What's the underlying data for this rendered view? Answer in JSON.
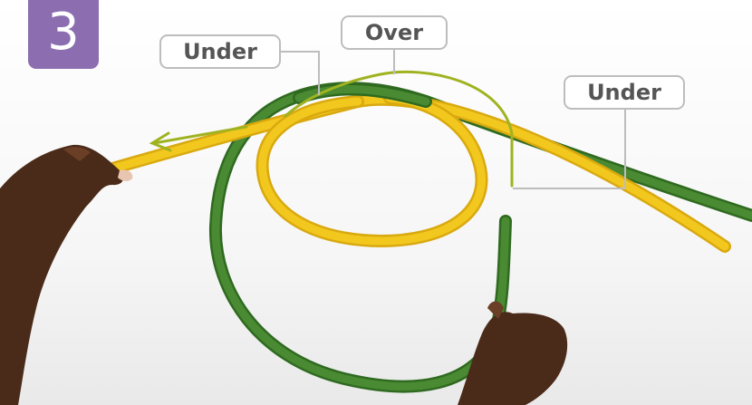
{
  "step": {
    "number": "3"
  },
  "labels": {
    "under_left": "Under",
    "over": "Over",
    "under_right": "Under"
  },
  "colors": {
    "badge": "#8c6eb0",
    "yellow_rope": "#f0c419",
    "green_rope": "#3f7d2b",
    "arrow": "#9fb320",
    "callout_border": "#bdbdbd",
    "callout_text": "#555555"
  }
}
